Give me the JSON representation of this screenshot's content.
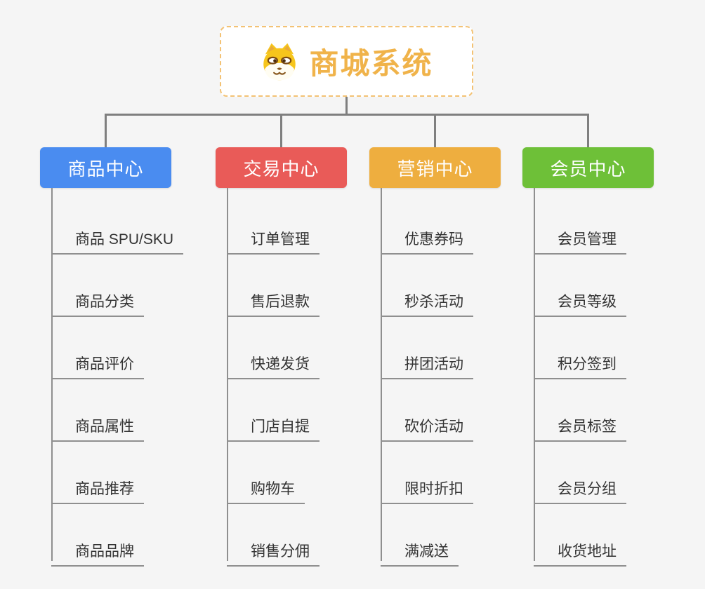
{
  "root": {
    "title": "商城系统",
    "icon": "dog-face-icon"
  },
  "branches": [
    {
      "label": "商品中心",
      "color": "#4a8cf0",
      "items": [
        "商品 SPU/SKU",
        "商品分类",
        "商品评价",
        "商品属性",
        "商品推荐",
        "商品品牌"
      ]
    },
    {
      "label": "交易中心",
      "color": "#e95b58",
      "items": [
        "订单管理",
        "售后退款",
        "快递发货",
        "门店自提",
        "购物车",
        "销售分佣"
      ]
    },
    {
      "label": "营销中心",
      "color": "#eeae3f",
      "items": [
        "优惠券码",
        "秒杀活动",
        "拼团活动",
        "砍价活动",
        "限时折扣",
        "满减送"
      ]
    },
    {
      "label": "会员中心",
      "color": "#6ec038",
      "items": [
        "会员管理",
        "会员等级",
        "积分签到",
        "会员标签",
        "会员分组",
        "收货地址"
      ]
    }
  ],
  "colors": {
    "background": "#f5f5f5",
    "connector": "#7f7f7f",
    "leaf_line": "#8f8f8f",
    "root_text": "#f0b34a",
    "root_border": "#f3c274",
    "leaf_text": "#333333"
  }
}
